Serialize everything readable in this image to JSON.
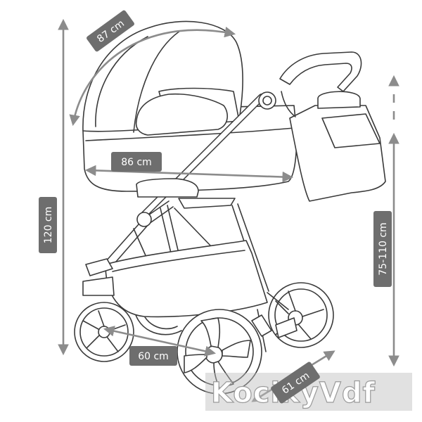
{
  "dimensions": {
    "canopy_arc": "87 cm",
    "carrycot_length": "86 cm",
    "total_height": "120 cm",
    "handle_height": "75-110 cm",
    "wheelbase": "60 cm",
    "width": "61 cm"
  },
  "watermark": "KocikyVdf",
  "colors": {
    "outline": "#3a3a3a",
    "arrow": "#8c8c8c",
    "label_bg": "#6e6e6e",
    "label_text": "#ffffff"
  }
}
